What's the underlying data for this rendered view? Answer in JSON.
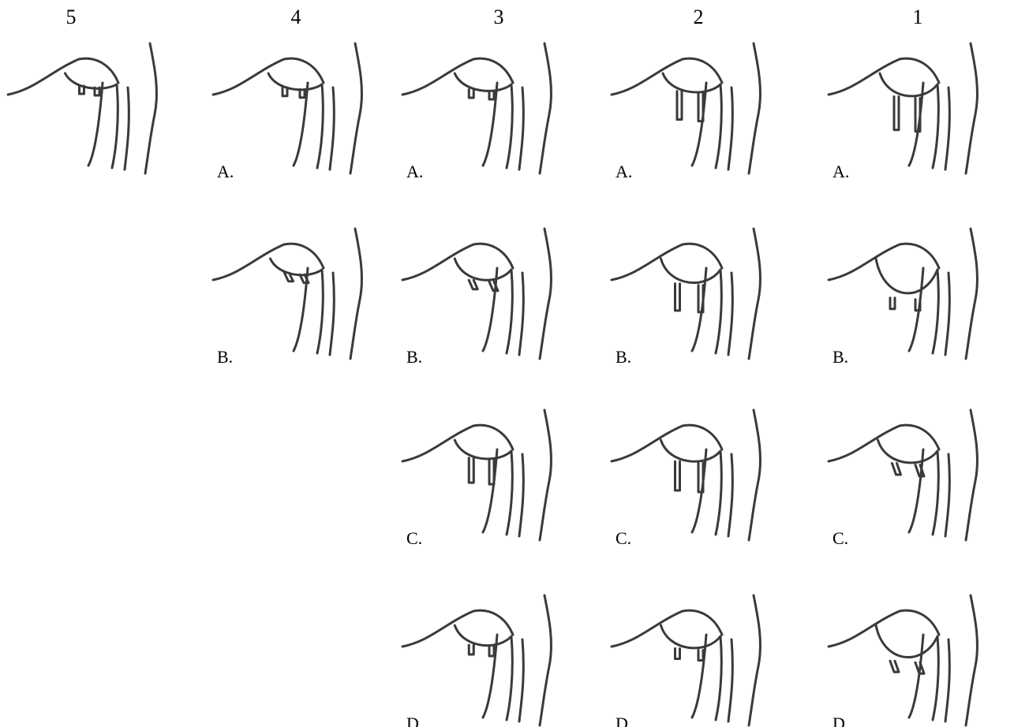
{
  "columns": [
    {
      "key": "c5",
      "label": "5"
    },
    {
      "key": "c4",
      "label": "4"
    },
    {
      "key": "c3",
      "label": "3"
    },
    {
      "key": "c2",
      "label": "2"
    },
    {
      "key": "c1",
      "label": "1"
    }
  ],
  "panels": [
    {
      "col": "c5",
      "row": "A",
      "show_label": false,
      "label": "",
      "size": 0.5,
      "depth": 0.0,
      "drop": 0.0,
      "teats": "short"
    },
    {
      "col": "c4",
      "row": "A",
      "show_label": true,
      "label": "A.",
      "size": 0.6,
      "depth": 0.05,
      "drop": 0.05,
      "teats": "short"
    },
    {
      "col": "c4",
      "row": "B",
      "show_label": true,
      "label": "B.",
      "size": 0.5,
      "depth": 0.05,
      "drop": 0.05,
      "teats": "angled"
    },
    {
      "col": "c3",
      "row": "A",
      "show_label": true,
      "label": "A.",
      "size": 0.75,
      "depth": 0.1,
      "drop": 0.05,
      "teats": "short"
    },
    {
      "col": "c3",
      "row": "B",
      "show_label": true,
      "label": "B.",
      "size": 0.75,
      "depth": 0.25,
      "drop": 0.15,
      "teats": "angled"
    },
    {
      "col": "c3",
      "row": "C",
      "show_label": true,
      "label": "C.",
      "size": 0.75,
      "depth": 0.15,
      "drop": 0.3,
      "teats": "long"
    },
    {
      "col": "c3",
      "row": "D",
      "show_label": true,
      "label": "D.",
      "size": 0.75,
      "depth": 0.2,
      "drop": 0.2,
      "teats": "short"
    },
    {
      "col": "c2",
      "row": "A",
      "show_label": true,
      "label": "A.",
      "size": 0.8,
      "depth": 0.15,
      "drop": 0.55,
      "teats": "long"
    },
    {
      "col": "c2",
      "row": "B",
      "show_label": true,
      "label": "B.",
      "size": 0.9,
      "depth": 0.35,
      "drop": 0.45,
      "teats": "long"
    },
    {
      "col": "c2",
      "row": "C",
      "show_label": true,
      "label": "C.",
      "size": 0.9,
      "depth": 0.25,
      "drop": 0.6,
      "teats": "long"
    },
    {
      "col": "c2",
      "row": "D",
      "show_label": true,
      "label": "D.",
      "size": 0.9,
      "depth": 0.3,
      "drop": 0.3,
      "teats": "short"
    },
    {
      "col": "c1",
      "row": "A",
      "show_label": true,
      "label": "A.",
      "size": 0.8,
      "depth": 0.3,
      "drop": 0.9,
      "teats": "long"
    },
    {
      "col": "c1",
      "row": "B",
      "show_label": true,
      "label": "B.",
      "size": 1.0,
      "depth": 0.75,
      "drop": 0.4,
      "teats": "short"
    },
    {
      "col": "c1",
      "row": "C",
      "show_label": true,
      "label": "C.",
      "size": 0.9,
      "depth": 0.3,
      "drop": 0.45,
      "teats": "angled"
    },
    {
      "col": "c1",
      "row": "D",
      "show_label": true,
      "label": "D.",
      "size": 1.0,
      "depth": 0.65,
      "drop": 0.4,
      "teats": "angled"
    }
  ]
}
